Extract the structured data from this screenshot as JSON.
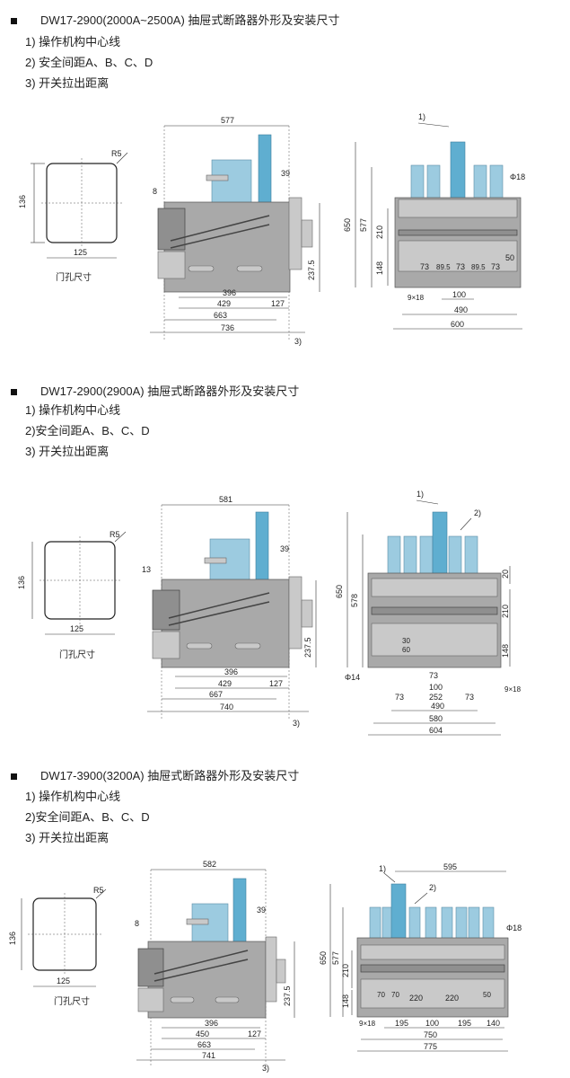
{
  "sections": [
    {
      "title": "DW17-2900(2000A~2500A) 抽屉式断路器外形及安装尺寸",
      "notes": [
        "1) 操作机构中心线",
        "2) 安全间距A、B、C、D",
        "3) 开关拉出距离"
      ],
      "door": {
        "caption": "门孔尺寸",
        "width": "125",
        "height": "136",
        "radius": "R5"
      },
      "side": {
        "top": "577",
        "offset": "8",
        "gap": "39",
        "h": "237.5",
        "d1": "396",
        "d2": "429",
        "d3": "127",
        "d4": "663",
        "d5": "736",
        "pull": "3)"
      },
      "front": {
        "mark1": "1)",
        "hole": "Φ18",
        "h1": "650",
        "h2": "577",
        "h3": "210",
        "h4": "148",
        "spacings": [
          "73",
          "89.5",
          "73",
          "89.5",
          "73"
        ],
        "s50": "50",
        "slots": "9×18",
        "b1": "100",
        "b2": "490",
        "b3": "600"
      }
    },
    {
      "title": "DW17-2900(2900A) 抽屉式断路器外形及安装尺寸",
      "notes": [
        "1) 操作机构中心线",
        "2)安全间距A、B、C、D",
        "3) 开关拉出距离"
      ],
      "door": {
        "caption": "门孔尺寸",
        "width": "125",
        "height": "136",
        "radius": "R5"
      },
      "side": {
        "top": "581",
        "offset": "13",
        "gap": "39",
        "h": "237.5",
        "d1": "396",
        "d2": "429",
        "d3": "127",
        "d4": "667",
        "d5": "740",
        "pull": "3)"
      },
      "front": {
        "mark1": "1)",
        "mark2": "2)",
        "hole": "Φ14",
        "h1": "650",
        "h2": "578",
        "h3": "210",
        "h4": "148",
        "h5": "20",
        "s1": "73",
        "s2": "73",
        "s3": "100",
        "s4": "252",
        "s5": "73",
        "s30": "30",
        "s60": "60",
        "slots": "9×18",
        "b2": "490",
        "b3": "580",
        "b4": "604"
      }
    },
    {
      "title": "DW17-3900(3200A) 抽屉式断路器外形及安装尺寸",
      "notes": [
        "1) 操作机构中心线",
        "2)安全间距A、B、C、D",
        "3) 开关拉出距离"
      ],
      "door": {
        "caption": "门孔尺寸",
        "width": "125",
        "height": "136",
        "radius": "R5"
      },
      "side": {
        "top": "582",
        "offset": "8",
        "gap": "39",
        "h": "237.5",
        "d1": "396",
        "d2": "450",
        "d3": "127",
        "d4": "663",
        "d5": "741",
        "pull": "3)"
      },
      "front": {
        "mark1": "1)",
        "mark2": "2)",
        "hole": "Φ18",
        "top": "595",
        "h1": "650",
        "h2": "577",
        "h3": "210",
        "h4": "148",
        "s70a": "70",
        "s70b": "70",
        "s220a": "220",
        "s220b": "220",
        "s50": "50",
        "slots": "9×18",
        "b1": "195",
        "b2": "100",
        "b3": "195",
        "b4": "140",
        "b5": "750",
        "b6": "775"
      }
    }
  ],
  "colors": {
    "housing": "#a9a9a9",
    "housing_dark": "#8f8f8f",
    "terminal": "#9ccbe0",
    "terminal_center": "#5faed0"
  }
}
